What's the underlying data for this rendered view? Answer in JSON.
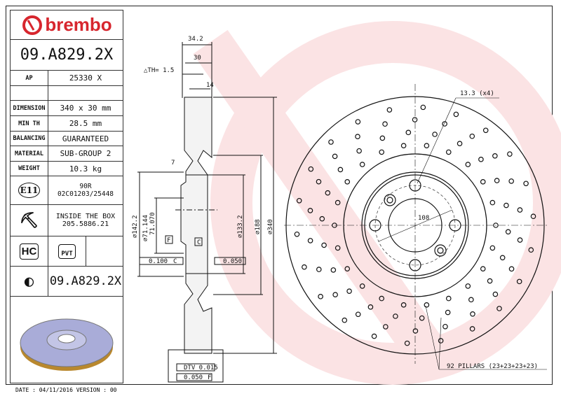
{
  "brand": {
    "name": "brembo",
    "color": "#d7262e"
  },
  "part_number": "09.A829.2X",
  "specs": [
    {
      "label": "AP",
      "value": "25330 X"
    },
    {
      "label": "",
      "value": ""
    },
    {
      "label": "DIMENSION",
      "value": "340 x 30 mm"
    },
    {
      "label": "MIN TH",
      "value": "28.5 mm"
    },
    {
      "label": "BALANCING",
      "value": "GUARANTEED"
    },
    {
      "label": "MATERIAL",
      "value": "SUB-GROUP 2"
    },
    {
      "label": "WEIGHT",
      "value": "10.3 kg"
    }
  ],
  "homologation": {
    "badge": "E11",
    "line1": "90R",
    "line2": "02C01203/25448"
  },
  "screw": {
    "line1": "INSIDE THE BOX",
    "line2": "205.5886.21"
  },
  "badges": {
    "hc": "HC",
    "pvt": "PVT"
  },
  "drilled_part": "09.A829.2X",
  "footer": "DATE : 04/11/2016 VERSION : 00",
  "section": {
    "w342": "34.2",
    "w30": "30",
    "dth": "△TH= 1.5",
    "d14": "14",
    "d7": "7",
    "d1422": "⌀142.2",
    "d71a": "⌀71.144",
    "d71b": "71.070",
    "d1332": "⌀133.2",
    "d188": "⌀188",
    "d340": "⌀340",
    "datumF": "F",
    "datumC": "C",
    "par": "0.100",
    "parC": "C",
    "flat": "0.050",
    "dtv": "DTV 0.015",
    "runout": "0.050",
    "runoutF": "F"
  },
  "front": {
    "holes": "13.3 (x4)",
    "pcd": "108",
    "pillars": "92 PILLARS (23+23+23+23)"
  }
}
